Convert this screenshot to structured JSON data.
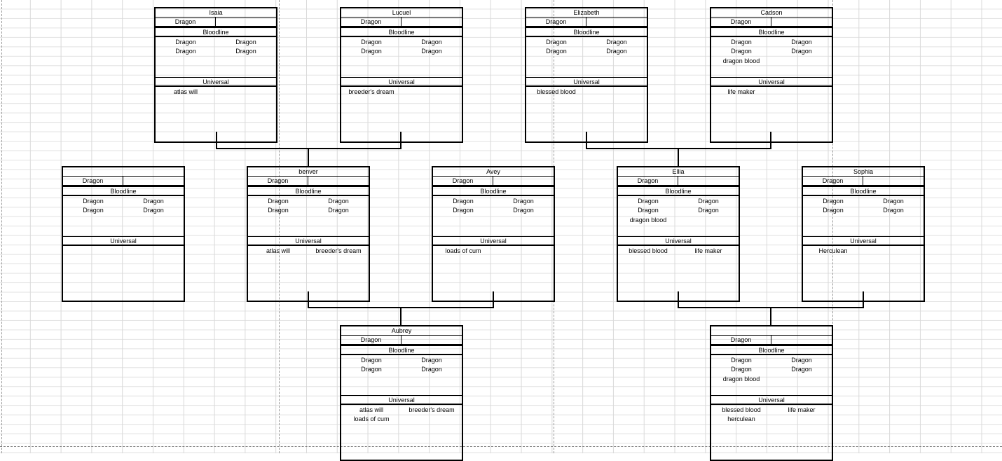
{
  "app": {
    "type": "spreadsheet-family-tree",
    "grid_color": "#d9d9d9",
    "line_color": "#000000",
    "page_break_color": "#9a9a9a"
  },
  "labels": {
    "bloodline": "Bloodline",
    "universal": "Universal",
    "species": "Dragon"
  },
  "cards": [
    {
      "id": "isaia",
      "name": "Isaia",
      "species": "Dragon",
      "bloodline": [
        "Dragon",
        "Dragon",
        "Dragon",
        "Dragon"
      ],
      "universal": [
        "atlas will"
      ]
    },
    {
      "id": "lucuel",
      "name": "Lucuel",
      "species": "Dragon",
      "bloodline": [
        "Dragon",
        "Dragon",
        "Dragon",
        "Dragon"
      ],
      "universal": [
        "breeder's dream"
      ]
    },
    {
      "id": "elizabeth",
      "name": "Elizabeth",
      "species": "Dragon",
      "bloodline": [
        "Dragon",
        "Dragon",
        "Dragon",
        "Dragon"
      ],
      "universal": [
        "blessed blood"
      ]
    },
    {
      "id": "cadson",
      "name": "Cadson",
      "species": "Dragon",
      "bloodline": [
        "Dragon",
        "Dragon",
        "Dragon",
        "Dragon",
        "dragon blood"
      ],
      "universal": [
        "life maker"
      ]
    },
    {
      "id": "unnamed-left",
      "name": "",
      "species": "Dragon",
      "bloodline": [
        "Dragon",
        "Dragon",
        "Dragon",
        "Dragon"
      ],
      "universal": []
    },
    {
      "id": "benver",
      "name": "benver",
      "species": "Dragon",
      "bloodline": [
        "Dragon",
        "Dragon",
        "Dragon",
        "Dragon"
      ],
      "universal": [
        "atlas will",
        "breeder's dream"
      ]
    },
    {
      "id": "avey",
      "name": "Avey",
      "species": "Dragon",
      "bloodline": [
        "Dragon",
        "Dragon",
        "Dragon",
        "Dragon"
      ],
      "universal": [
        "loads of cum"
      ]
    },
    {
      "id": "ellia",
      "name": "Ellia",
      "species": "Dragon",
      "bloodline": [
        "Dragon",
        "Dragon",
        "Dragon",
        "Dragon",
        "dragon blood"
      ],
      "universal": [
        "blessed blood",
        "life maker"
      ]
    },
    {
      "id": "sophia",
      "name": "Sophia",
      "species": "Dragon",
      "bloodline": [
        "Dragon",
        "Dragon",
        "Dragon",
        "Dragon"
      ],
      "universal": [
        "Herculean"
      ]
    },
    {
      "id": "aubrey",
      "name": "Aubrey",
      "species": "Dragon",
      "bloodline": [
        "Dragon",
        "Dragon",
        "Dragon",
        "Dragon"
      ],
      "universal": [
        "atlas will",
        "breeder's dream",
        "loads of cum"
      ]
    },
    {
      "id": "unnamed-bottom-right",
      "name": "",
      "species": "Dragon",
      "bloodline": [
        "Dragon",
        "Dragon",
        "Dragon",
        "Dragon",
        "dragon blood"
      ],
      "universal": [
        "blessed blood",
        "life maker",
        "herculean"
      ]
    }
  ]
}
